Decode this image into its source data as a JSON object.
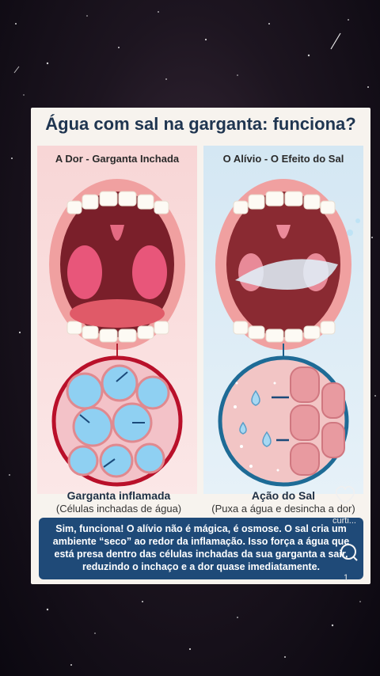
{
  "infographic": {
    "title": "Água com sal na garganta: funciona?",
    "left_panel": {
      "label": "A Dor - Garganta Inchada",
      "caption_title": "Garganta inflamada",
      "caption_sub": "(Células inchadas de água)"
    },
    "right_panel": {
      "label": "O Alívio - O Efeito do Sal",
      "caption_title": "Ação do Sal",
      "caption_sub": "(Puxa a água e desincha a dor)"
    },
    "explanation": "Sim, funciona! O alívio não é mágica, é osmose. O sal cria um ambiente “seco” ao redor da inflamação. Isso força a água que está presa dentro das células inchadas da sua garganta a sair, reduzindo o inchaço e a dor quase imediatamente."
  },
  "overlay": {
    "like_label": "curti...",
    "comment_count": "1"
  },
  "colors": {
    "title": "#1f3550",
    "info_box": "#1f4a78",
    "left_bg": "#f8d6d6",
    "right_bg": "#d4e7f3"
  },
  "icons": [
    "heart-icon",
    "comment-icon",
    "arrow-icon"
  ]
}
